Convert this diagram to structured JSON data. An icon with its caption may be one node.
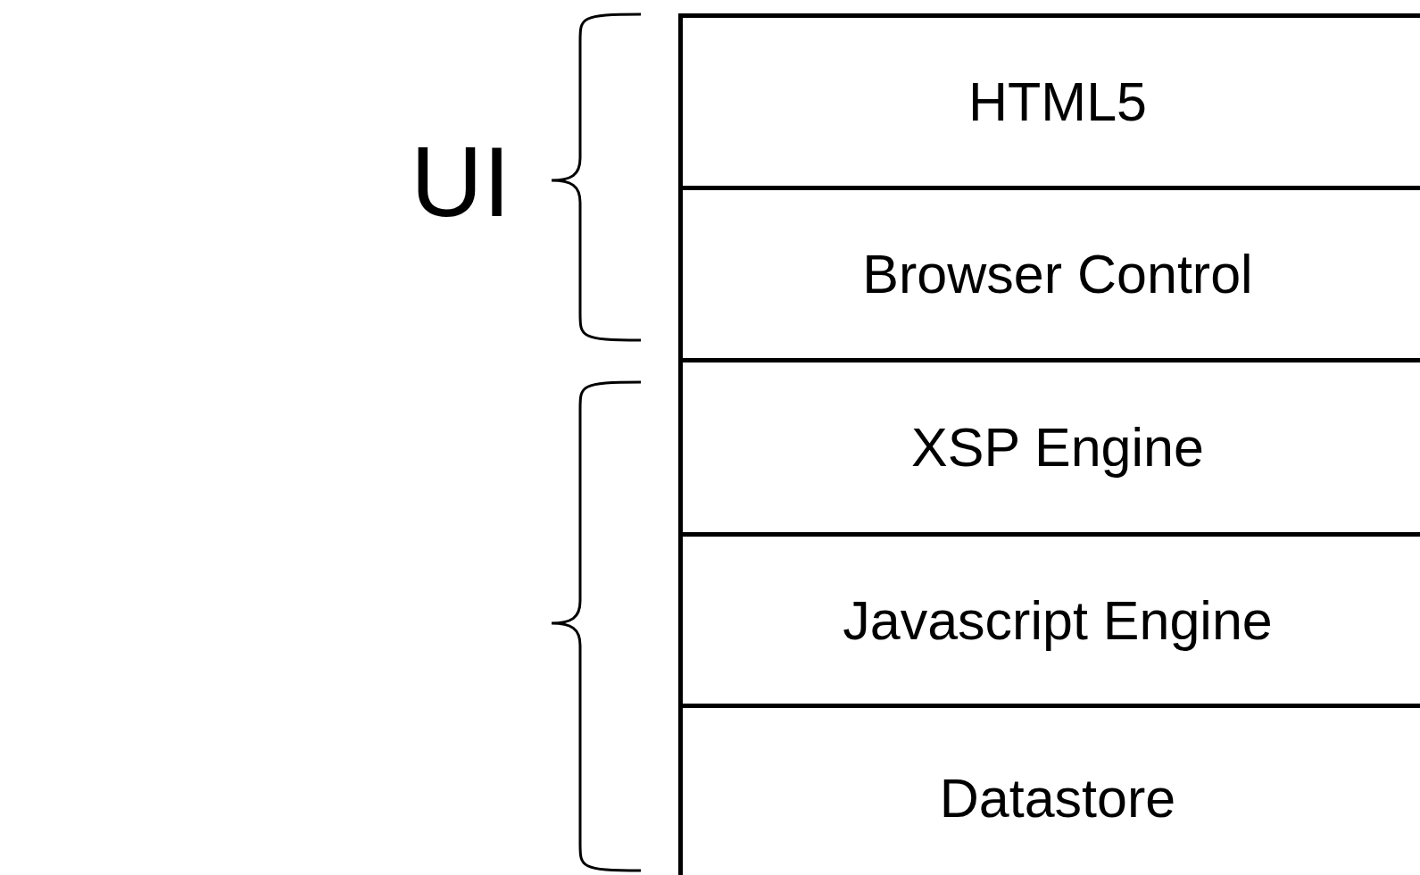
{
  "diagram": {
    "nodes": [
      {
        "text": [
          "HTML5"
        ]
      },
      {
        "text": [
          "Browser Control"
        ]
      },
      {
        "text": [
          "XSP Engine"
        ]
      },
      {
        "text": [
          "Javascript Engine"
        ]
      },
      {
        "text": [
          "Datastore"
        ]
      }
    ],
    "labels": [
      "UI"
    ]
  }
}
